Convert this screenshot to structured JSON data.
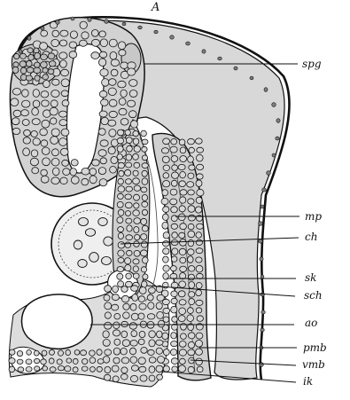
{
  "figure": {
    "panel_label": "A",
    "labels": [
      "spg",
      "mp",
      "ch",
      "sk",
      "sch",
      "ao",
      "pmb",
      "vmb",
      "ik"
    ]
  },
  "colors": {
    "ink": "#111111",
    "tissue": "#d6d6d6",
    "tissue_dark": "#bfbfbf",
    "cell_fill": "#cfcfcf"
  }
}
